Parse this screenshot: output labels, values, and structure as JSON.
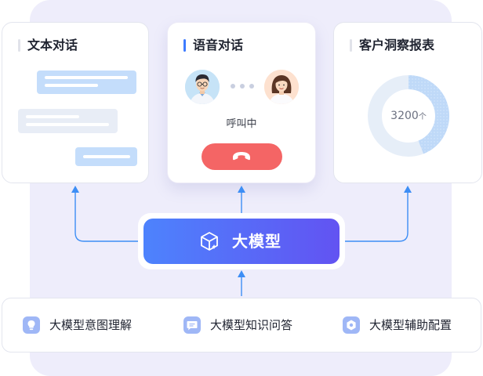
{
  "cards": {
    "text_chat": {
      "title": "文本对话"
    },
    "voice_chat": {
      "title": "语音对话",
      "status": "呼叫中"
    },
    "report": {
      "title": "客户洞察报表",
      "value": "3200",
      "unit": "个",
      "fill_fraction": 0.44
    }
  },
  "model": {
    "label": "大模型"
  },
  "features": [
    {
      "label": "大模型意图理解",
      "icon": "lightbulb-icon"
    },
    {
      "label": "大模型知识问答",
      "icon": "chat-icon"
    },
    {
      "label": "大模型辅助配置",
      "icon": "settings-icon"
    }
  ],
  "colors": {
    "accent": "#3d7bff",
    "model_gradient_start": "#4d83fd",
    "model_gradient_end": "#6253f2",
    "hangup": "#f46565",
    "bubble_blue": "#c4ddfb",
    "bubble_gray": "#e8edf6",
    "background_panel": "#eeedfb"
  }
}
